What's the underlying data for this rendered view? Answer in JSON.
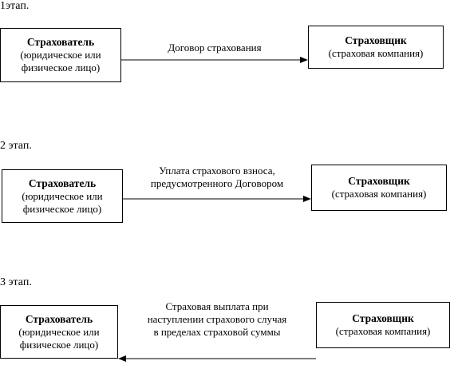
{
  "stages": [
    {
      "label": "1этап.",
      "left_box": {
        "title": "Страхователь",
        "line1": "(юридическое или",
        "line2": "физическое лицо)"
      },
      "right_box": {
        "title": "Страховщик",
        "line1": "(страховая компания)"
      },
      "edge_text": [
        "Договор страхования"
      ],
      "direction": "right"
    },
    {
      "label": "2 этап.",
      "left_box": {
        "title": "Страхователь",
        "line1": "(юридическое или",
        "line2": "физическое лицо)"
      },
      "right_box": {
        "title": "Страховщик",
        "line1": "(страховая компания)"
      },
      "edge_text": [
        "Уплата страхового взноса,",
        "предусмотренного Договором"
      ],
      "direction": "right"
    },
    {
      "label": "3 этап.",
      "left_box": {
        "title": "Страхователь",
        "line1": "(юридическое или",
        "line2": "физическое лицо)"
      },
      "right_box": {
        "title": "Страховщик",
        "line1": "(страховая компания)"
      },
      "edge_text": [
        "Страховая выплата при",
        "наступлении страхового случая",
        "в пределах страховой суммы"
      ],
      "direction": "left"
    }
  ]
}
